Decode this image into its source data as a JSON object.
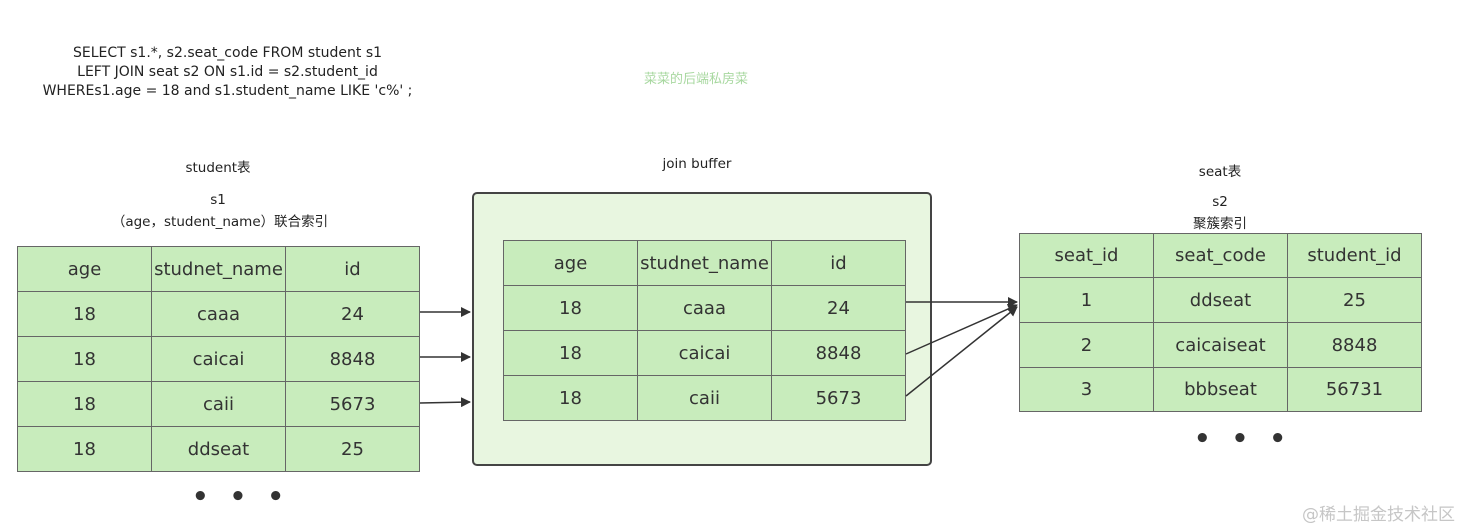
{
  "sql": {
    "line1": "SELECT s1.*, s2.seat_code FROM student s1",
    "line2": "LEFT JOIN seat s2 ON s1.id = s2.student_id",
    "line3": "WHEREs1.age = 18 and s1.student_name LIKE 'c%' ;"
  },
  "watermark_top": "菜菜的后端私房菜",
  "student": {
    "title": "student表",
    "alias": "s1",
    "index": "（age，student_name）联合索引",
    "headers": [
      "age",
      "studnet_name",
      "id"
    ],
    "rows": [
      [
        "18",
        "caaa",
        "24"
      ],
      [
        "18",
        "caicai",
        "8848"
      ],
      [
        "18",
        "caii",
        "5673"
      ],
      [
        "18",
        "ddseat",
        "25"
      ]
    ],
    "more": "• • •"
  },
  "buffer": {
    "title": "join buffer",
    "headers": [
      "age",
      "studnet_name",
      "id"
    ],
    "rows": [
      [
        "18",
        "caaa",
        "24"
      ],
      [
        "18",
        "caicai",
        "8848"
      ],
      [
        "18",
        "caii",
        "5673"
      ]
    ]
  },
  "seat": {
    "title": "seat表",
    "alias": "s2",
    "index": "聚簇索引",
    "headers": [
      "seat_id",
      "seat_code",
      "student_id"
    ],
    "rows": [
      [
        "1",
        "ddseat",
        "25"
      ],
      [
        "2",
        "caicaiseat",
        "8848"
      ],
      [
        "3",
        "bbbseat",
        "56731"
      ]
    ],
    "more": "• • •"
  },
  "footer_watermark": "@稀土掘金技术社区",
  "colors": {
    "cell_fill": "#c8ecbc",
    "buffer_fill": "#e8f6e0",
    "border": "#666666",
    "arrow": "#333333"
  }
}
